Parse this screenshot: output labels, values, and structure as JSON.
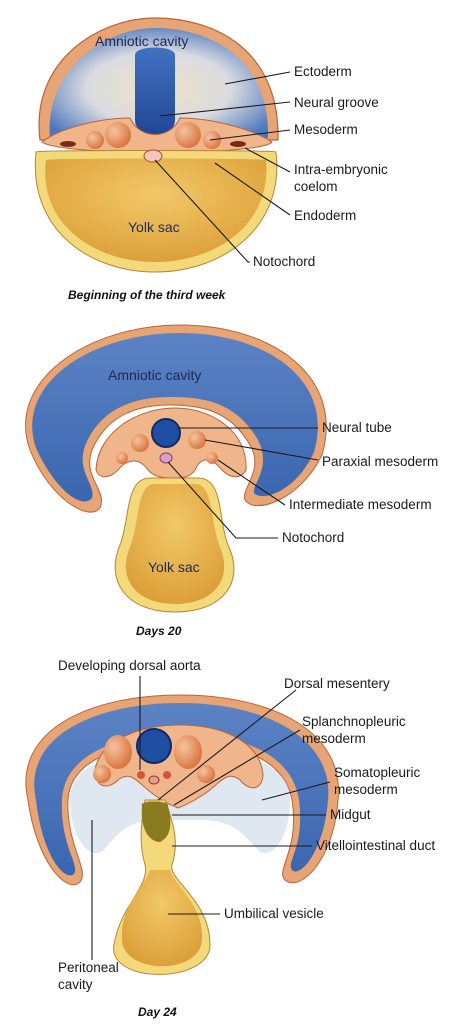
{
  "stage1": {
    "caption": "Beginning of the third week",
    "amniotic": "Amniotic cavity",
    "yolk": "Yolk sac",
    "labels": {
      "ectoderm": "Ectoderm",
      "neural_groove": "Neural groove",
      "mesoderm": "Mesoderm",
      "coelom_1": "Intra-embryonic",
      "coelom_2": "coelom",
      "endoderm": "Endoderm",
      "notochord": "Notochord"
    }
  },
  "stage2": {
    "caption": "Days 20",
    "amniotic": "Amniotic cavity",
    "yolk": "Yolk sac",
    "labels": {
      "neural_tube": "Neural tube",
      "paraxial": "Paraxial mesoderm",
      "intermediate": "Intermediate mesoderm",
      "notochord": "Notochord"
    }
  },
  "stage3": {
    "caption": "Day 24",
    "labels": {
      "dorsal_aorta": "Developing dorsal aorta",
      "dorsal_mesentery": "Dorsal mesentery",
      "splanch_1": "Splanchnopleuric",
      "splanch_2": "mesoderm",
      "somato_1": "Somatopleuric",
      "somato_2": "mesoderm",
      "midgut": "Midgut",
      "vitello": "Vitellointestinal duct",
      "umbilical": "Umbilical vesicle",
      "peritoneal_1": "Peritoneal",
      "peritoneal_2": "cavity"
    }
  },
  "colors": {
    "blue_dark": "#2d5fa8",
    "blue_light": "#b9cbe6",
    "beige": "#e8d9b6",
    "orange_tissue": "#e7a475",
    "orange_ball": "#e48650",
    "yolk_fill": "#e8b54a",
    "yolk_rim": "#f3d97a",
    "neural_blue": "#1f4fa3"
  }
}
